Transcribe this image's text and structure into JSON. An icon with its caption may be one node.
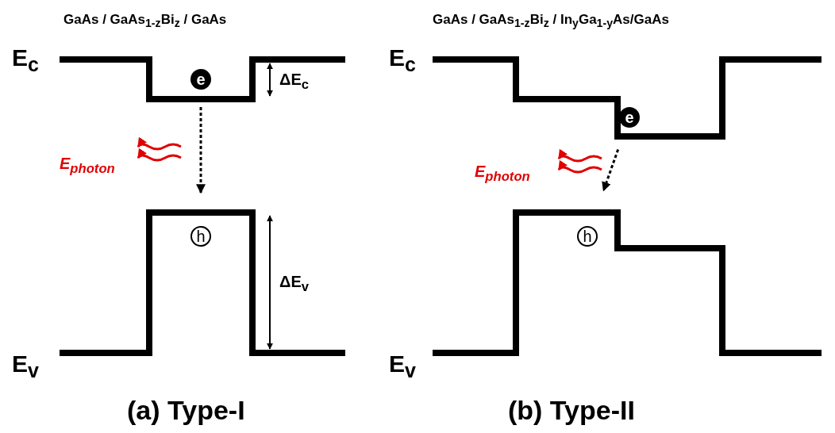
{
  "diagram": {
    "nodes": [
      {
        "text": [
          "e"
        ]
      },
      {
        "text": [
          "h"
        ]
      },
      {
        "text": [
          "e"
        ]
      },
      {
        "text": [
          "h"
        ]
      }
    ],
    "edges": [
      {
        "from": 0,
        "to": 1,
        "arrow": "to",
        "style": "dashed"
      },
      {
        "from": 2,
        "to": 3,
        "arrow": "to",
        "style": "dashed"
      }
    ],
    "labels": [
      "GaAs / GaAs$_{1-z}$Bi$_{z}$ / GaAs",
      "GaAs / GaAs$_{1-z}$Bi$_{z}$ / In$_{y}$Ga$_{1-y}$As/GaAs",
      "E$_{c}$",
      "ΔE$_{c}$",
      "E$_{c}$",
      "E$_{photon}$",
      "E$_{photon}$",
      "ΔE$_{v}$",
      "E$_{v}$",
      "E$_{v}$",
      "(a) Type-I",
      "(b) Type-II"
    ]
  }
}
